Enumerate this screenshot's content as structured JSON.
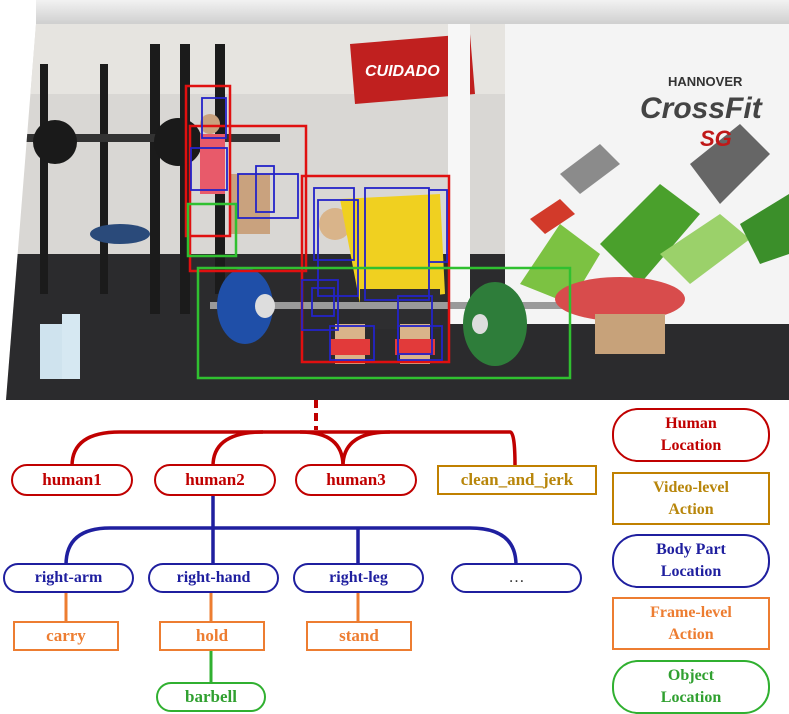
{
  "photo": {
    "sign_text": "CUIDADO",
    "brand_city": "HANNOVER",
    "brand_main": "CrossFit",
    "brand_sub": "SG"
  },
  "tree": {
    "humans": [
      "human1",
      "human2",
      "human3"
    ],
    "video_action": "clean_and_jerk",
    "body_parts": [
      "right-arm",
      "right-hand",
      "right-leg",
      "…"
    ],
    "frame_actions": [
      "carry",
      "hold",
      "stand"
    ],
    "object": "barbell"
  },
  "legend": [
    {
      "line1": "Human",
      "line2": "Location"
    },
    {
      "line1": "Video-level",
      "line2": "Action"
    },
    {
      "line1": "Body Part",
      "line2": "Location"
    },
    {
      "line1": "Frame-level",
      "line2": "Action"
    },
    {
      "line1": "Object",
      "line2": "Location"
    }
  ],
  "colors": {
    "human": "#c00000",
    "video_action": "#c08000",
    "body_part": "#1f1f9f",
    "frame_action": "#ed7d31",
    "object": "#30b030"
  }
}
